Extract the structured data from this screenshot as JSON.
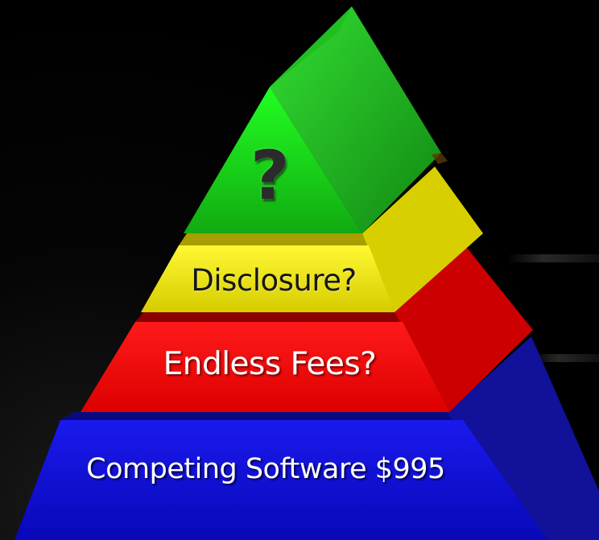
{
  "pyramid": {
    "tiers": [
      {
        "label": "?",
        "color": "#22cc22"
      },
      {
        "label": "Disclosure?",
        "color": "#e8e000"
      },
      {
        "label": "Endless Fees?",
        "color": "#ee0000"
      },
      {
        "label": "Competing Software $995",
        "color": "#1010cc"
      }
    ]
  }
}
